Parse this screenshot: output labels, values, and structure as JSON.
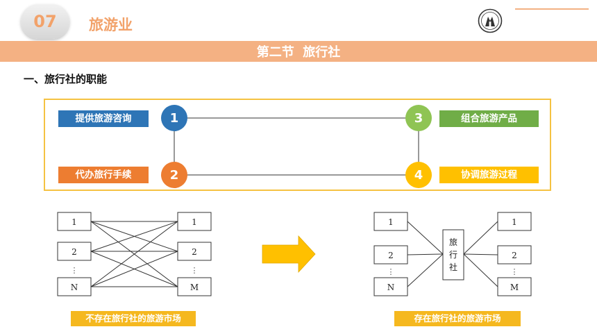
{
  "header": {
    "chapter_number": "07",
    "chapter_title": "旅游业",
    "section_title": "第二节  旅行社"
  },
  "heading": "一、旅行社的职能",
  "functions": [
    {
      "number": "1",
      "label": "提供旅游咨询",
      "color": "#2e75b6"
    },
    {
      "number": "2",
      "label": "代办旅行手续",
      "color": "#ed7d31"
    },
    {
      "number": "3",
      "label": "组合旅游产品",
      "color": "#70ad47"
    },
    {
      "number": "4",
      "label": "协调旅游过程",
      "color": "#ffc000"
    }
  ],
  "market_without": {
    "left_nodes": [
      "1",
      "2",
      "N"
    ],
    "right_nodes": [
      "1",
      "2",
      "M"
    ],
    "ellipsis": "⋮",
    "caption": "不存在旅行社的旅游市场"
  },
  "market_with": {
    "left_nodes": [
      "1",
      "2",
      "N"
    ],
    "right_nodes": [
      "1",
      "2",
      "M"
    ],
    "ellipsis": "⋮",
    "center_chars": [
      "旅",
      "行",
      "社"
    ],
    "caption": "存在旅行社的旅游市场"
  },
  "colors": {
    "accent": "#f4b183",
    "panel_border": "#f5c242",
    "caption_bg": "#f5b81f",
    "arrow": "#ffc000"
  }
}
